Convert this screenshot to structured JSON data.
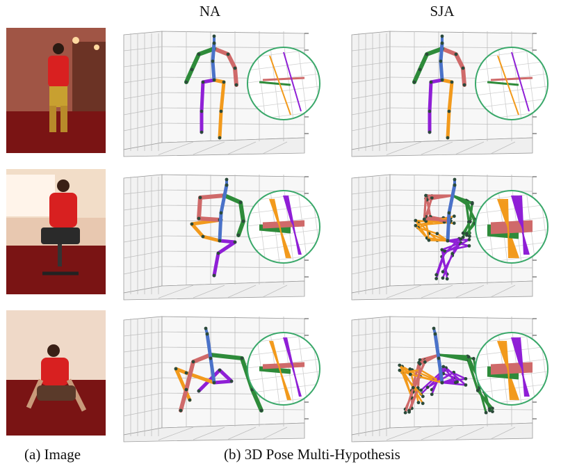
{
  "columns": {
    "left": "NA",
    "right": "SJA"
  },
  "captions": {
    "a": "(a) Image",
    "b": "(b) 3D Pose Multi-Hypothesis"
  },
  "colors": {
    "spine": "#4a72c9",
    "left_arm": "#2e8b3a",
    "right_arm": "#cf6a6a",
    "left_leg": "#8f1fd6",
    "right_leg": "#f29a1c",
    "joint": "#2b4a3a",
    "zoom_ring": "#3aa86a",
    "photo_floor": "#7a1414",
    "photo_wall": "#e9cdb8"
  },
  "rows": [
    {
      "subject": "standing",
      "na_hyp": 1,
      "sja_hyp": 1
    },
    {
      "subject": "sitting-on-chair",
      "na_hyp": 1,
      "sja_hyp": 6
    },
    {
      "subject": "sitting-on-floor",
      "na_hyp": 1,
      "sja_hyp": 5
    }
  ]
}
